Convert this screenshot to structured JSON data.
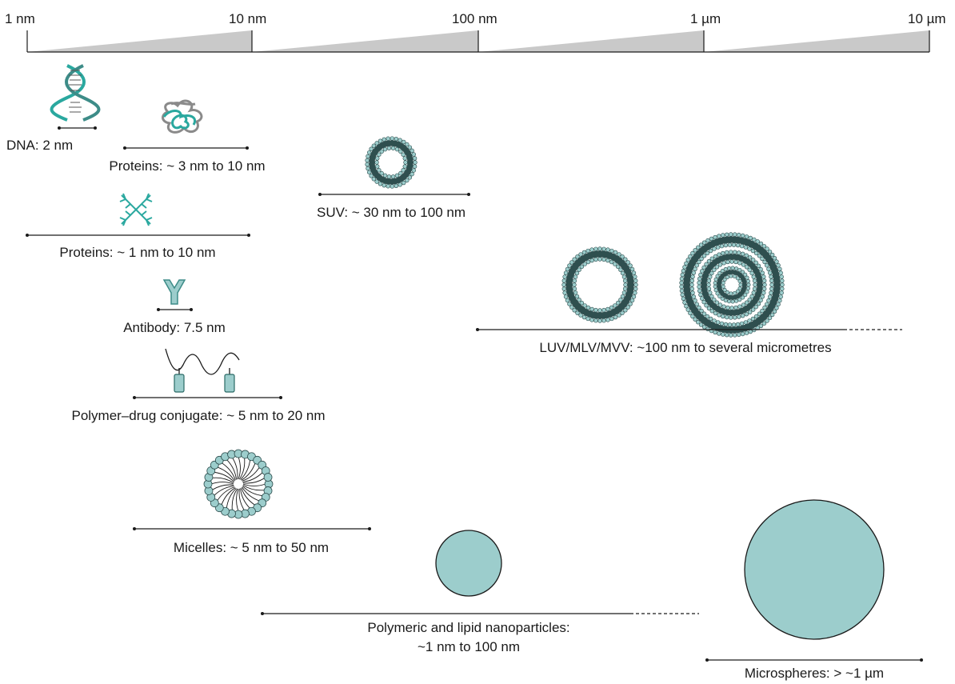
{
  "scale": {
    "ticks": [
      "1 nm",
      "10 nm",
      "100 nm",
      "1 µm",
      "10 µm"
    ]
  },
  "items": {
    "dna": "DNA: 2 nm",
    "proteins_globular": "Proteins: ~ 3 nm to 10 nm",
    "proteins_dendrimer": "Proteins: ~ 1 nm to 10 nm",
    "antibody": "Antibody: 7.5 nm",
    "polymer_drug": "Polymer–drug conjugate: ~ 5 nm to 20 nm",
    "micelles": "Micelles: ~ 5 nm to 50 nm",
    "suv": "SUV: ~ 30 nm to 100 nm",
    "luv": "LUV/MLV/MVV: ~100 nm to several micrometres",
    "nanoparticles_line1": "Polymeric and lipid nanoparticles:",
    "nanoparticles_line2": "~1 nm to 100 nm",
    "microspheres": "Microspheres: > ~1 µm"
  },
  "colors": {
    "teal": "#9ccdcc",
    "teal_dark": "#2aa89f",
    "line": "#1a1a1a",
    "scale_fill": "#c9c9c9"
  }
}
